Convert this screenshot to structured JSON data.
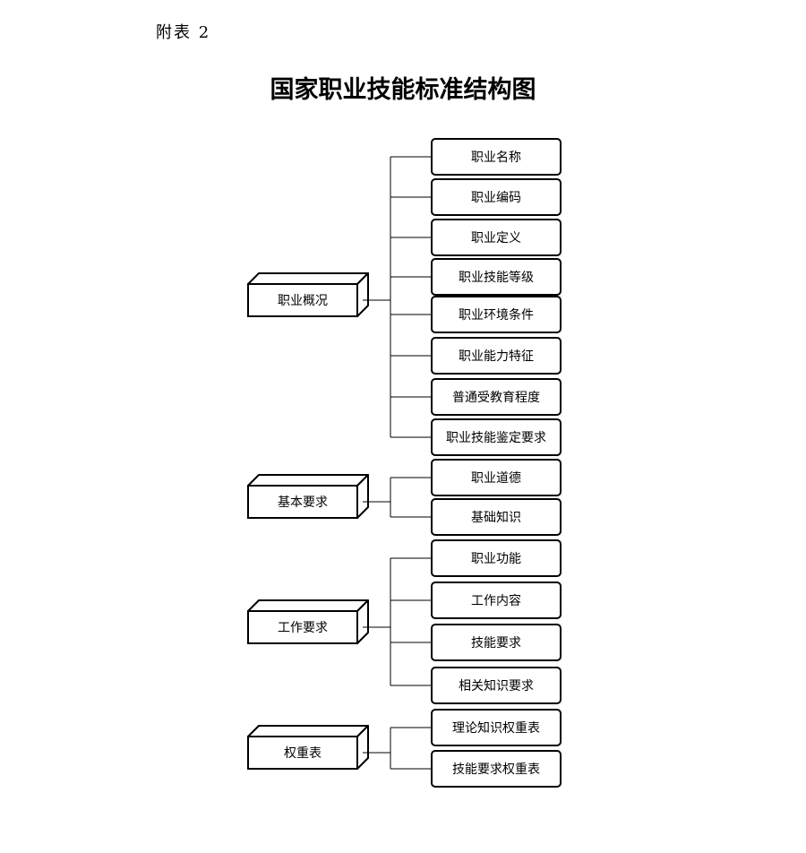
{
  "appendix_label": "附表 2",
  "title": "国家职业技能标准结构图",
  "groups": [
    {
      "label": "职业概况",
      "items": [
        "职业名称",
        "职业编码",
        "职业定义",
        "职业技能等级",
        "职业环境条件",
        "职业能力特征",
        "普通受教育程度",
        "职业技能鉴定要求"
      ]
    },
    {
      "label": "基本要求",
      "items": [
        "职业道德",
        "基础知识"
      ]
    },
    {
      "label": "工作要求",
      "items": [
        "职业功能",
        "工作内容",
        "技能要求",
        "相关知识要求"
      ]
    },
    {
      "label": "权重表",
      "items": [
        "理论知识权重表",
        "技能要求权重表"
      ]
    }
  ]
}
